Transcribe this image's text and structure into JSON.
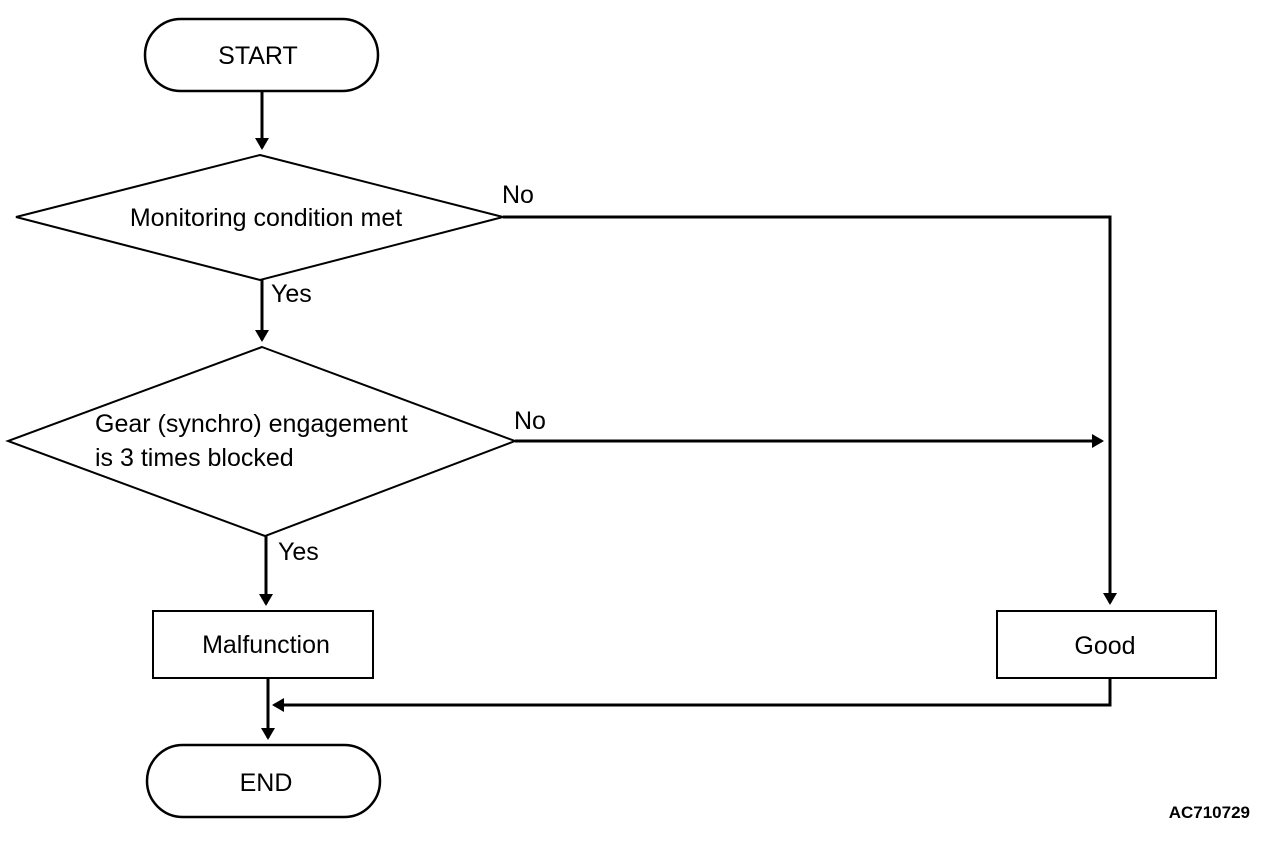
{
  "nodes": {
    "start": "START",
    "decision_1": "Monitoring condition met",
    "decision_2_line_1": "Gear (synchro) engagement",
    "decision_2_line_2": "is 3 times blocked",
    "malfunction": "Malfunction",
    "good": "Good",
    "end": "END"
  },
  "edges": {
    "decision_1_no": "No",
    "decision_1_yes": "Yes",
    "decision_2_no": "No",
    "decision_2_yes": "Yes"
  },
  "figure_id": "AC710729"
}
